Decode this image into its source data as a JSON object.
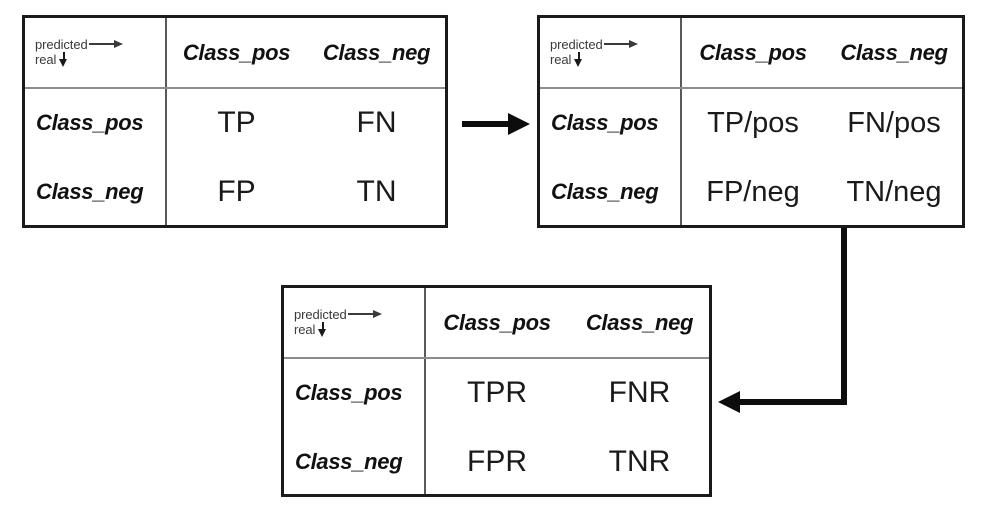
{
  "figure": {
    "corner_label": {
      "predicted_text": "predicted",
      "predicted_arrow_icon": "arrow-right-icon",
      "real_text": "real",
      "real_arrow_icon": "arrow-down-icon"
    },
    "column_headers": [
      "Class_pos",
      "Class_neg"
    ],
    "row_headers": [
      "Class_pos",
      "Class_neg"
    ],
    "tables": [
      {
        "id": "counts-matrix",
        "cells": [
          [
            "TP",
            "FN"
          ],
          [
            "FP",
            "TN"
          ]
        ]
      },
      {
        "id": "normalized-matrix",
        "cells": [
          [
            "TP/pos",
            "FN/pos"
          ],
          [
            "FP/neg",
            "TN/neg"
          ]
        ]
      },
      {
        "id": "rates-matrix",
        "cells": [
          [
            "TPR",
            "FNR"
          ],
          [
            "FPR",
            "TNR"
          ]
        ]
      }
    ],
    "connectors": [
      {
        "id": "connector-1-to-2",
        "icon": "arrow-right-icon"
      },
      {
        "id": "connector-2-to-3",
        "icon": "arrow-elbow-down-left-icon"
      }
    ],
    "colors": {
      "border": "#1a1a1a",
      "divider_vertical": "#595959",
      "divider_horizontal": "#8c8c8c",
      "text": "#1a1a1a",
      "corner_text": "#3a3a3a",
      "background": "#ffffff"
    }
  }
}
